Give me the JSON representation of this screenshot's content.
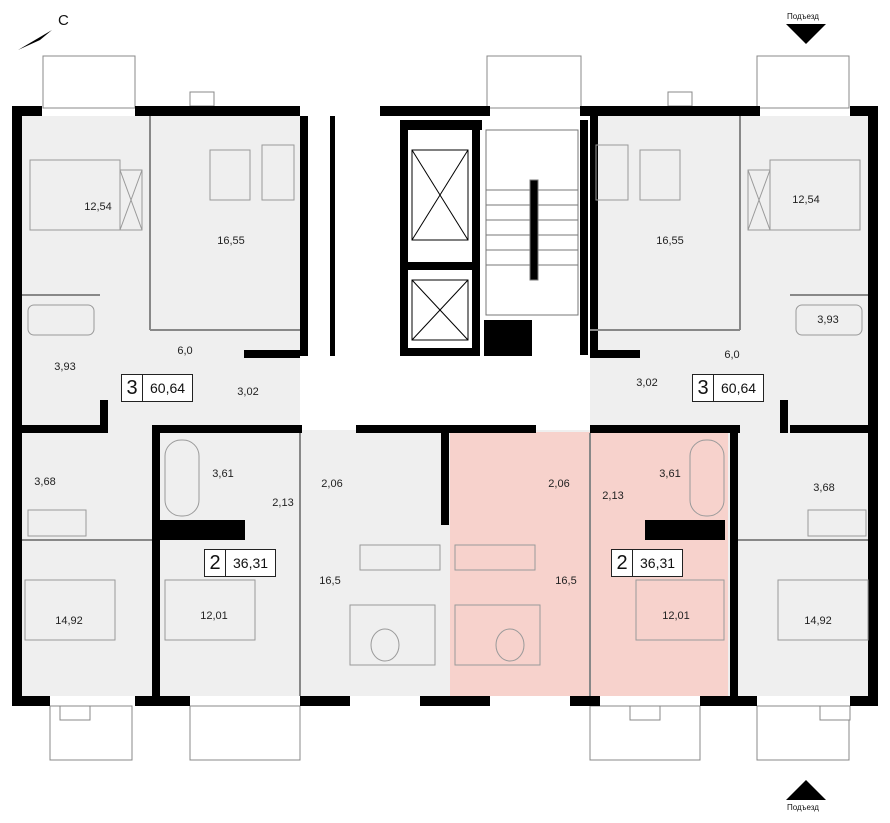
{
  "compass": {
    "label": "С"
  },
  "entrance": {
    "top_label": "Подъезд",
    "bottom_label": "Подъезд"
  },
  "colors": {
    "wall": "#000000",
    "room_fill": "#efefef",
    "highlight_fill": "#f7d2cc",
    "furniture": "#9a9a9a"
  },
  "apartments": [
    {
      "rooms": "3",
      "area": "60,64"
    },
    {
      "rooms": "3",
      "area": "60,64"
    },
    {
      "rooms": "2",
      "area": "36,31"
    },
    {
      "rooms": "2",
      "area": "36,31"
    }
  ],
  "room_areas": {
    "left_bedroom": "12,54",
    "left_living": "16,55",
    "left_hall": "6,0",
    "left_bath": "3,93",
    "left_corridor": "3,02",
    "right_bedroom": "12,54",
    "right_living": "16,55",
    "right_hall": "6,0",
    "right_bath": "3,93",
    "right_corridor": "3,02",
    "a_bath": "3,68",
    "a_room": "14,92",
    "b_bath": "3,61",
    "b_hall": "2,13",
    "b_room": "12,01",
    "c_hall": "2,06",
    "c_living": "16,5",
    "d_hall": "2,06",
    "d_living": "16,5",
    "e_hall": "2,13",
    "e_bath": "3,61",
    "e_room": "12,01",
    "f_bath": "3,68",
    "f_room": "14,92"
  }
}
